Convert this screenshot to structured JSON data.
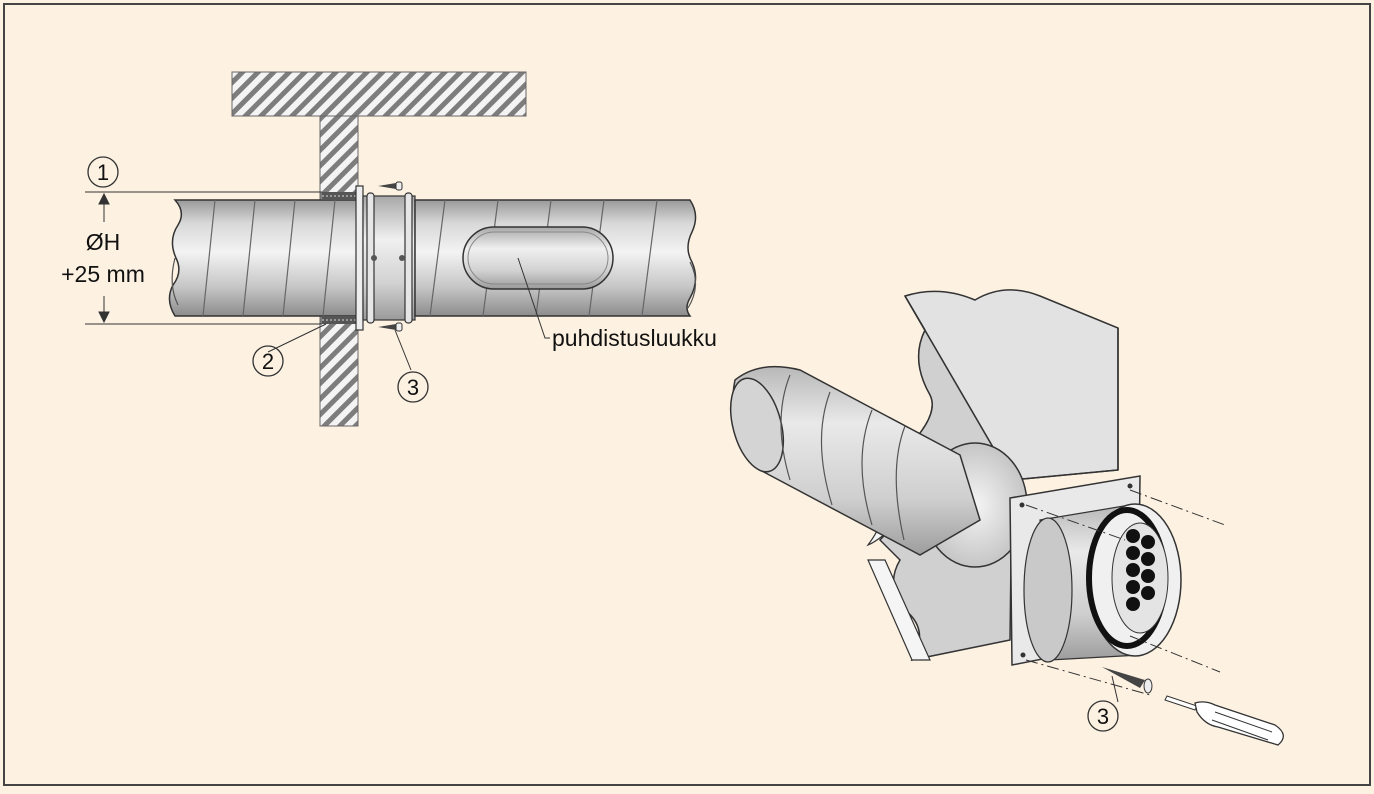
{
  "colors": {
    "background": "#fdf2e2",
    "frame": "#444444",
    "hatch": "#777777",
    "duct_light": "#e9e9e9",
    "duct_mid": "#bdbdbd",
    "duct_dark": "#8a8a8a",
    "wall_face": "#dcdcdc"
  },
  "side_view": {
    "callout_1": "1",
    "callout_2": "2",
    "callout_3": "3",
    "diameter_symbol": "ØH",
    "diameter_extra": "+25 mm",
    "hatch_label": "puhdistusluukku"
  },
  "iso_view": {
    "callout_3": "3"
  }
}
